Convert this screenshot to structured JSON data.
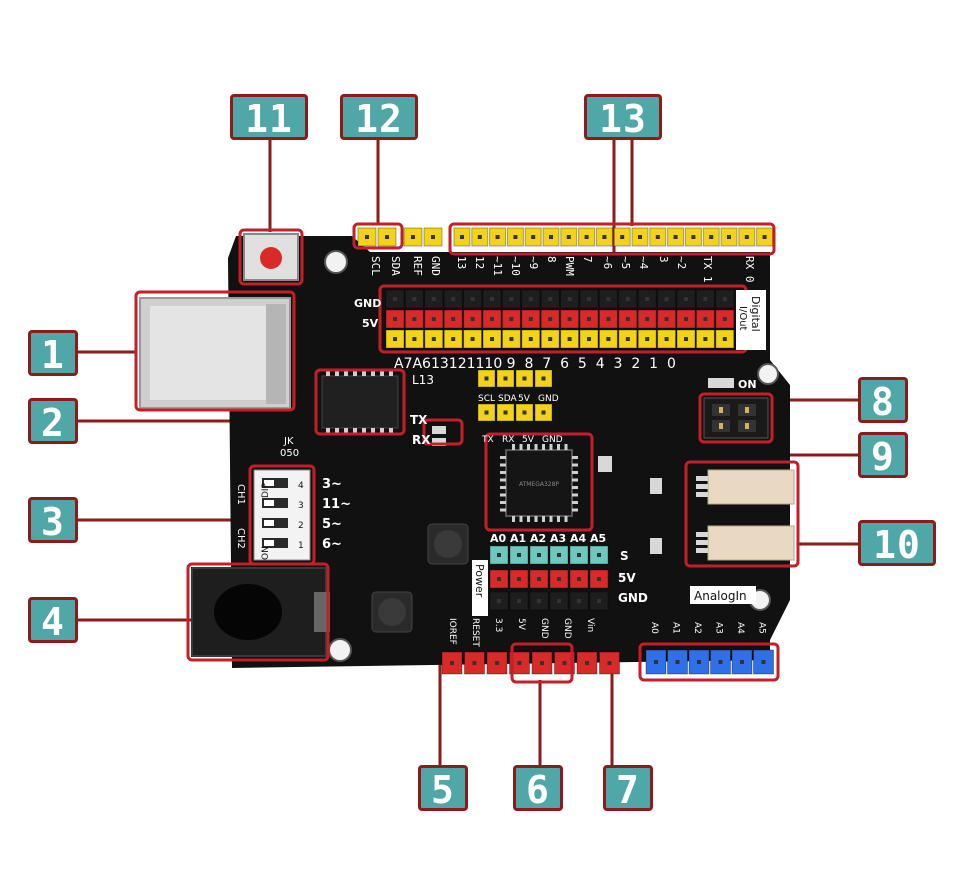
{
  "callouts": [
    {
      "id": "1",
      "label": "1"
    },
    {
      "id": "2",
      "label": "2"
    },
    {
      "id": "3",
      "label": "3"
    },
    {
      "id": "4",
      "label": "4"
    },
    {
      "id": "5",
      "label": "5"
    },
    {
      "id": "6",
      "label": "6"
    },
    {
      "id": "7",
      "label": "7"
    },
    {
      "id": "8",
      "label": "8"
    },
    {
      "id": "9",
      "label": "9"
    },
    {
      "id": "10",
      "label": "10"
    },
    {
      "id": "11",
      "label": "11"
    },
    {
      "id": "12",
      "label": "12"
    },
    {
      "id": "13",
      "label": "13"
    }
  ],
  "board": {
    "top_header_labels": [
      "SCL",
      "SDA",
      "REF",
      "GND",
      "13",
      "12",
      "~11",
      "~10",
      "~9",
      "8",
      "PWM",
      "7",
      "~6",
      "~5",
      "~4",
      "3",
      "~2",
      "TX 1",
      "RX 0"
    ],
    "gnd_label": "GND",
    "v5_label": "5V",
    "digital_label": "Digital",
    "io_label": "I/Out",
    "pin_numbers_row": "A7A613121110 9  8  7  6  5  4  3  2  1  0",
    "l13_label": "L13",
    "i2c_labels": [
      "SCL",
      "SDA",
      "5V",
      "GND"
    ],
    "tx_label": "TX",
    "rx_label": "RX",
    "uart_labels": [
      "TX",
      "RX",
      "5V",
      "GND"
    ],
    "jk_label": "JK",
    "jk_value": "050",
    "dip_label": "DIP",
    "dip_on_label": "ON",
    "switch_labels": [
      "3~",
      "11~",
      "5~",
      "6~"
    ],
    "dip_numbers": [
      "4",
      "3",
      "2",
      "1"
    ],
    "ch1_label": "CH1",
    "ch2_label": "CH2",
    "analog_top_labels": [
      "A0",
      "A1",
      "A2",
      "A3",
      "A4",
      "A5"
    ],
    "s_label": "S",
    "v5b_label": "5V",
    "gndb_label": "GND",
    "power_label": "Power",
    "power_pin_labels": [
      "IOREF",
      "RESET",
      "3.3",
      "5V",
      "GND",
      "GND",
      "Vin"
    ],
    "analog_in_label": "AnalogIn",
    "analog_bottom_labels": [
      "A0",
      "A1",
      "A2",
      "A3",
      "A4",
      "A5"
    ],
    "on_label": "ON",
    "chip_label": "ATMEGA328P"
  }
}
